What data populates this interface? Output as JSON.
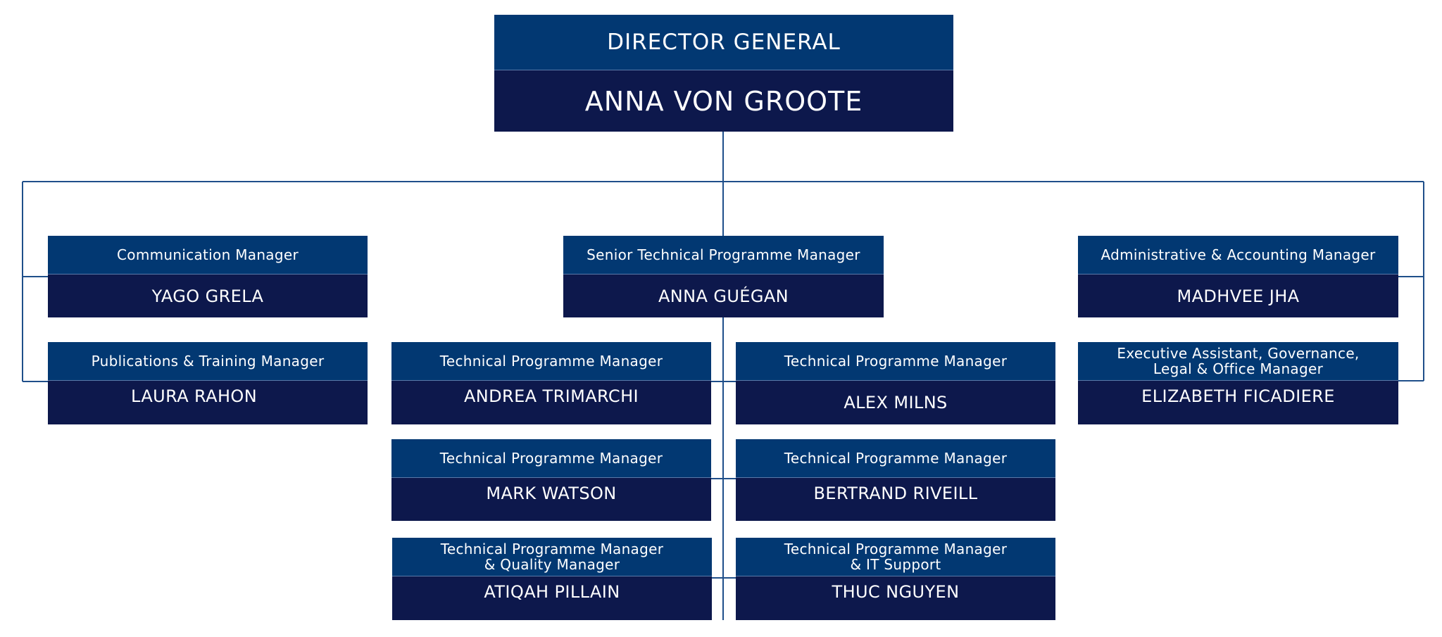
{
  "colors": {
    "role_band": "#023872",
    "name_band": "#0d184c",
    "connector": "#1f4f8a",
    "background": "#ffffff"
  },
  "director": {
    "role": "DIRECTOR GENERAL",
    "name": "ANNA VON GROOTE"
  },
  "left_column": [
    {
      "role": "Communication Manager",
      "name": "YAGO GRELA"
    },
    {
      "role": "Publications & Training Manager",
      "name": "LAURA RAHON"
    }
  ],
  "center_head": {
    "role": "Senior Technical Programme Manager",
    "name": "ANNA GUÉGAN"
  },
  "technical_team": [
    {
      "role": "Technical Programme Manager",
      "name": "ANDREA TRIMARCHI"
    },
    {
      "role": "Technical Programme Manager",
      "name": "ALEX MILNS"
    },
    {
      "role": "Technical Programme Manager",
      "name": "MARK WATSON"
    },
    {
      "role": "Technical Programme Manager",
      "name": "BERTRAND RIVEILL"
    },
    {
      "role": "Technical Programme Manager\n& Quality Manager",
      "name": "ATIQAH PILLAIN"
    },
    {
      "role": "Technical Programme Manager\n& IT Support",
      "name": "THUC NGUYEN"
    }
  ],
  "right_column": [
    {
      "role": "Administrative & Accounting Manager",
      "name": "MADHVEE JHA"
    },
    {
      "role": "Executive Assistant, Governance,\nLegal & Office Manager",
      "name": "ELIZABETH FICADIERE"
    }
  ]
}
